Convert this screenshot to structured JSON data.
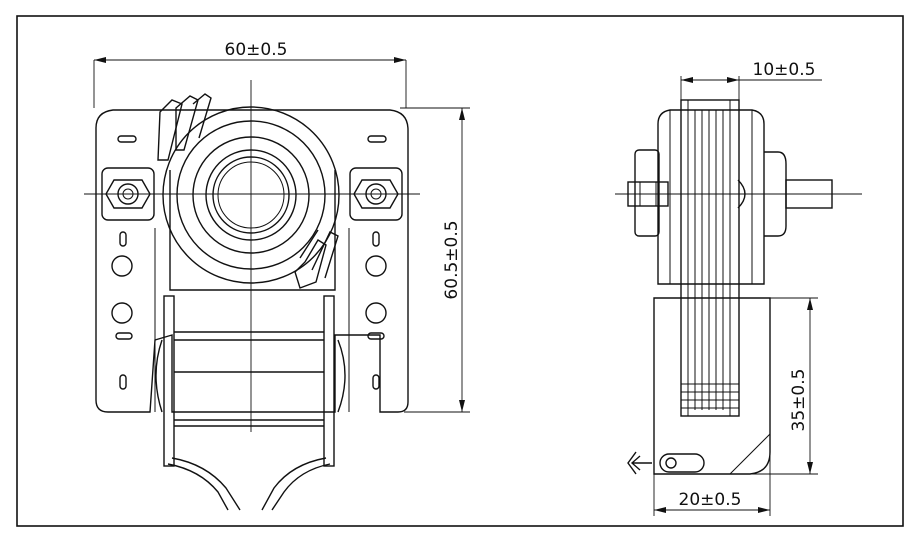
{
  "dimensions": {
    "front_width": "60±0.5",
    "front_height": "60.5±0.5",
    "side_thickness": "10±0.5",
    "side_bracket_height": "35±0.5",
    "side_bracket_width": "20±0.5"
  }
}
